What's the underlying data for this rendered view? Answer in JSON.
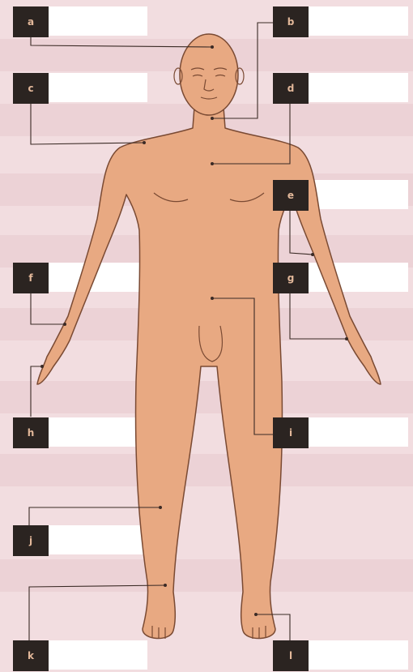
{
  "labels": [
    {
      "letter": "a"
    },
    {
      "letter": "b"
    },
    {
      "letter": "c"
    },
    {
      "letter": "d"
    },
    {
      "letter": "e"
    },
    {
      "letter": "f"
    },
    {
      "letter": "g"
    },
    {
      "letter": "h"
    },
    {
      "letter": "i"
    },
    {
      "letter": "j"
    },
    {
      "letter": "k"
    },
    {
      "letter": "l"
    }
  ],
  "colors": {
    "background": "#f2dde0",
    "stripe": "#ecd2d6",
    "answer_box": "#ffffff",
    "badge": "#2b2421",
    "badge_text": "#e3b89a",
    "skin": "#e8a982",
    "outline": "#7a4a33",
    "leader_line": "#3a2a25"
  }
}
